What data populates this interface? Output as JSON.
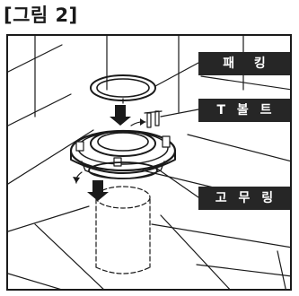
{
  "figure": {
    "title": "[그림 2]",
    "labels": {
      "packing": "패  킹",
      "t_bolt": "T 볼 트",
      "rubber_ring": "고 무 링"
    }
  },
  "colors": {
    "line": "#1a1a1a",
    "label_background": "#262626",
    "label_text": "#ffffff"
  }
}
